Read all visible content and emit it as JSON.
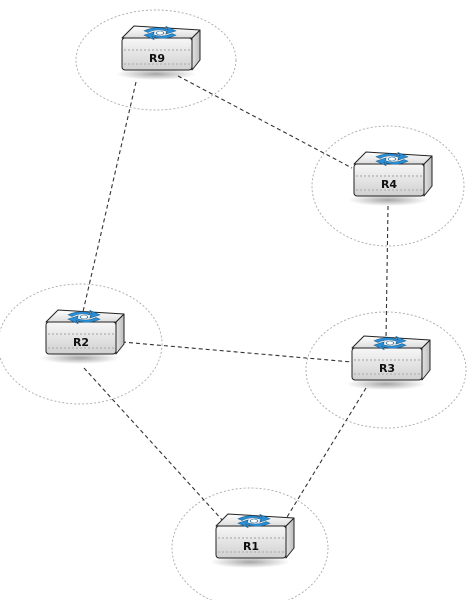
{
  "diagram": {
    "nodes": [
      {
        "id": "R9",
        "label": "R9"
      },
      {
        "id": "R4",
        "label": "R4"
      },
      {
        "id": "R2",
        "label": "R2"
      },
      {
        "id": "R3",
        "label": "R3"
      },
      {
        "id": "R1",
        "label": "R1"
      }
    ],
    "links": [
      {
        "from": "R9",
        "to": "R4"
      },
      {
        "from": "R9",
        "to": "R2"
      },
      {
        "from": "R4",
        "to": "R3"
      },
      {
        "from": "R2",
        "to": "R3"
      },
      {
        "from": "R2",
        "to": "R1"
      },
      {
        "from": "R3",
        "to": "R1"
      }
    ],
    "colors": {
      "link": "#333333",
      "range_circle": "#aaaaaa",
      "router_body": "#f1f1f1",
      "router_outline": "#222222",
      "router_icon": "#2b8fd6"
    }
  }
}
